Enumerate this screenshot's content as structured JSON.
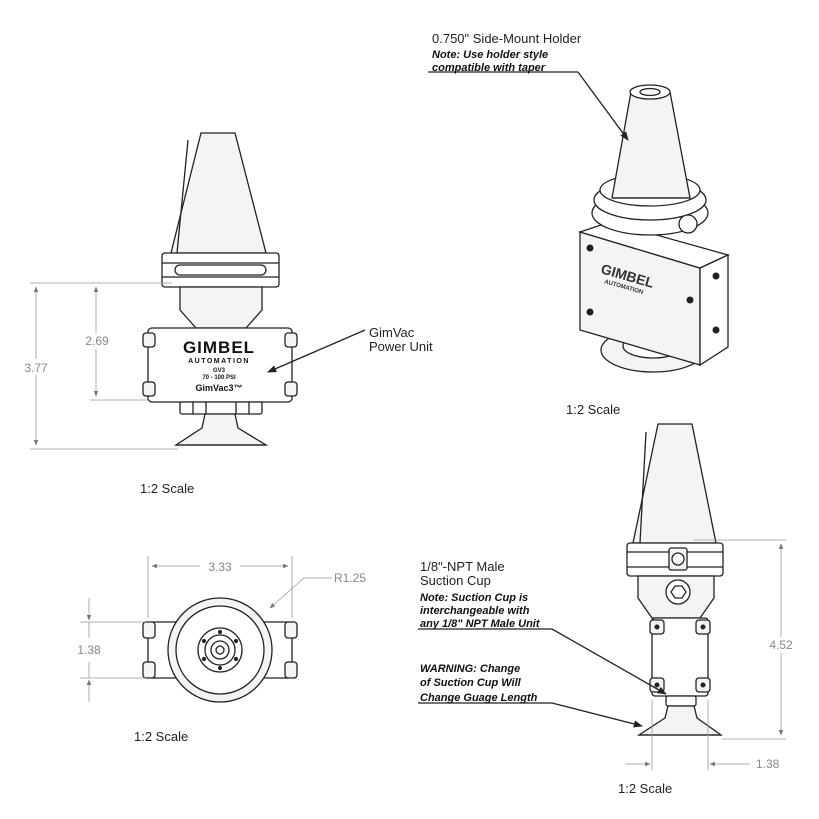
{
  "views": {
    "front": {
      "dim_overall": "3.77",
      "dim_body": "2.69",
      "callout_power_unit": [
        "GimVac",
        "Power Unit"
      ],
      "scale": "1:2 Scale",
      "label_brand": "GIMBEL",
      "label_brand_sub": "AUTOMATION",
      "label_model": "GV3",
      "label_range": "70 - 100 PSI",
      "label_product": "GimVac3™"
    },
    "iso": {
      "callout_holder": "0.750\" Side-Mount Holder",
      "note_holder": [
        "Note: Use holder style",
        "compatible with taper"
      ],
      "scale": "1:2 Scale"
    },
    "bottom": {
      "dim_width": "3.33",
      "dim_radius": "R1.25",
      "dim_height": "1.38",
      "scale": "1:2 Scale"
    },
    "side": {
      "callout_cup": [
        "1/8\"-NPT Male",
        "Suction Cup"
      ],
      "note_cup": [
        "Note: Suction Cup is",
        "interchangeable with",
        "any 1/8\" NPT Male Unit"
      ],
      "warning": [
        "WARNING: Change",
        "of Suction Cup Will",
        "Change Guage Length"
      ],
      "dim_height": "4.52",
      "dim_width": "1.38",
      "scale": "1:2 Scale"
    }
  }
}
